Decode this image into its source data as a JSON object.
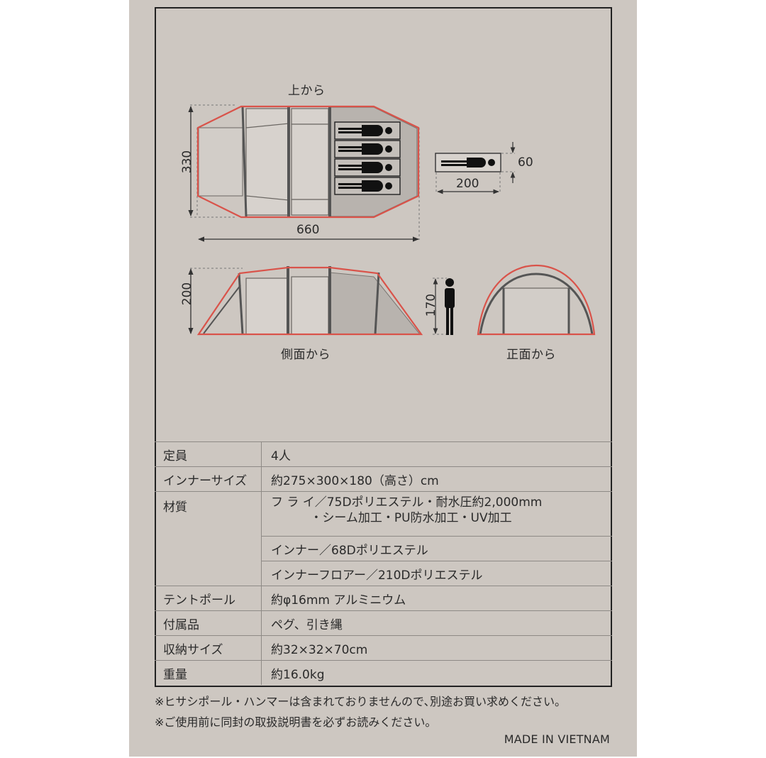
{
  "diagram": {
    "top_view": {
      "label": "上から",
      "width_label": "660",
      "depth_label": "330",
      "sleeping_persons": 4
    },
    "person_pad": {
      "length_label": "200",
      "width_label": "60"
    },
    "side_view": {
      "label": "側面から",
      "height_label": "200",
      "person_height_label": "170"
    },
    "front_view": {
      "label": "正面から"
    },
    "colors": {
      "outline": "#d9534a",
      "frame": "#5a5752",
      "inner_fill": "#b7b2ad",
      "background": "#cdc7c1"
    }
  },
  "specs": {
    "rows": [
      {
        "key": "定員",
        "value": "4人"
      },
      {
        "key": "インナーサイズ",
        "value": "約275×300×180（高さ）cm"
      },
      {
        "key": "材質",
        "values": [
          {
            "line1": "フ ラ イ／75Dポリエステル・耐水圧約2,000mm",
            "line2": "・シーム加工・PU防水加工・UV加工"
          },
          {
            "line1": "インナー／68Dポリエステル"
          },
          {
            "line1": "インナーフロアー／210Dポリエステル"
          }
        ]
      },
      {
        "key": "テントポール",
        "value": "約φ16mm アルミニウム"
      },
      {
        "key": "付属品",
        "value": "ペグ、引き縄"
      },
      {
        "key": "収納サイズ",
        "value": "約32×32×70cm"
      },
      {
        "key": "重量",
        "value": "約16.0kg"
      }
    ]
  },
  "notes": [
    "※ヒサシポール・ハンマーは含まれておりませんので､別途お買い求めください。",
    "※ご使用前に同封の取扱説明書を必ずお読みください。"
  ],
  "origin": "MADE IN VIETNAM"
}
